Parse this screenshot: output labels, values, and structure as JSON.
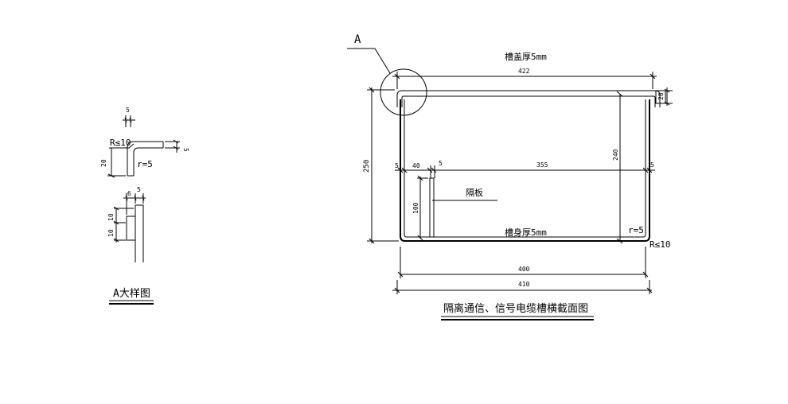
{
  "detail": {
    "title": "A大样图",
    "dim_5_top": "5",
    "radius_outer": "R≤10",
    "dim_5_side": "5",
    "dim_20": "20",
    "radius_inner": "r=5",
    "dim_6": "6",
    "dim_5_lower": "5",
    "dim_10_a": "10",
    "dim_10_b": "10"
  },
  "main": {
    "title": "隔离通信、信号电缆槽横截面图",
    "callout_label": "A",
    "lid_label": "槽盖厚5mm",
    "dim_422": "422",
    "dim_20": "20",
    "dim_250": "250",
    "dim_240": "240",
    "dim_5_left": "5",
    "dim_40": "40",
    "dim_5_mid": "5",
    "dim_355": "355",
    "dim_5_right": "5",
    "dim_100": "100",
    "divider_label": "隔板",
    "body_label": "槽身厚5mm",
    "radius_inner": "r=5",
    "radius_outer": "R≤10",
    "dim_400": "400",
    "dim_410": "410"
  },
  "colors": {
    "line": "#000000",
    "background": "#ffffff"
  }
}
